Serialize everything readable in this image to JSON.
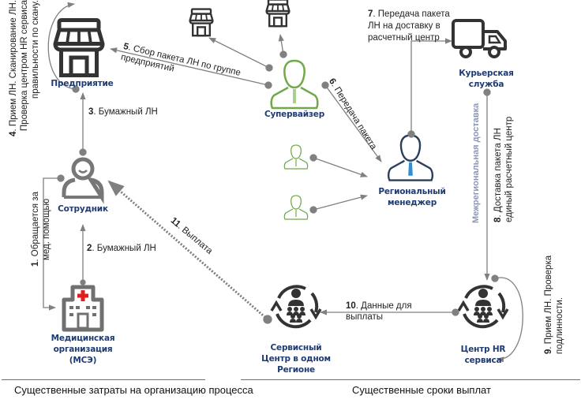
{
  "nodes": {
    "enterprise": "Предприятие",
    "supervisor": "Супервайзер",
    "courier": [
      "Курьерская",
      "служба"
    ],
    "regional_manager": [
      "Региональный",
      "менеджер"
    ],
    "employee": "Сотрудник",
    "medical_org": [
      "Медицинская",
      "организация",
      "(МСЭ)"
    ],
    "service_center": [
      "Сервисный",
      "Центр в одном",
      "Регионе"
    ],
    "hr_center": [
      "Центр HR",
      "сервиса"
    ]
  },
  "steps": {
    "s1": {
      "num": "1",
      "lines": [
        ". Обращается за",
        "мед. помощью"
      ]
    },
    "s2": {
      "num": "2",
      "text": ". Бумажный ЛН"
    },
    "s3": {
      "num": "3",
      "text": ". Бумажный ЛН"
    },
    "s4": {
      "num": "4",
      "lines": [
        ". Прием ЛН. Сканирование ЛН.",
        "Проверка центром HR сервиса",
        "правильности по скану."
      ]
    },
    "s5": {
      "num": "5",
      "lines": [
        ". Сбор пакета ЛН по группе",
        "предприятий"
      ]
    },
    "s6": {
      "num": "6",
      "text": ". Передача пакета"
    },
    "s7": {
      "num": "7",
      "lines": [
        ". Передача пакета",
        "ЛН на доставку в",
        "расчетный центр"
      ]
    },
    "s8": {
      "num": "8",
      "lines": [
        ". Доставка пакета ЛН",
        "единый расчетный центр"
      ]
    },
    "s9": {
      "num": "9",
      "lines": [
        ". Прием ЛН. Проверка",
        "подлинности."
      ]
    },
    "s10": {
      "num": "10",
      "lines": [
        ". Данные для",
        "выплаты"
      ]
    },
    "s11": {
      "num": "11",
      "text": ". Выплата"
    }
  },
  "interregional_label": "Межрегиональная доставка",
  "footer": {
    "left": "Существенные  затраты на организацию процесса",
    "right": "Существенные  сроки выплат"
  },
  "colors": {
    "label_blue": "#1f3b73",
    "supervisor_green": "#70a84a",
    "manager_navy": "#2b3e5c",
    "tie_blue": "#2e8fd6",
    "connector_gray": "#808080",
    "icon_dark": "#333333",
    "rule_blue": "#4a73b8",
    "cross_red": "#e02020"
  }
}
